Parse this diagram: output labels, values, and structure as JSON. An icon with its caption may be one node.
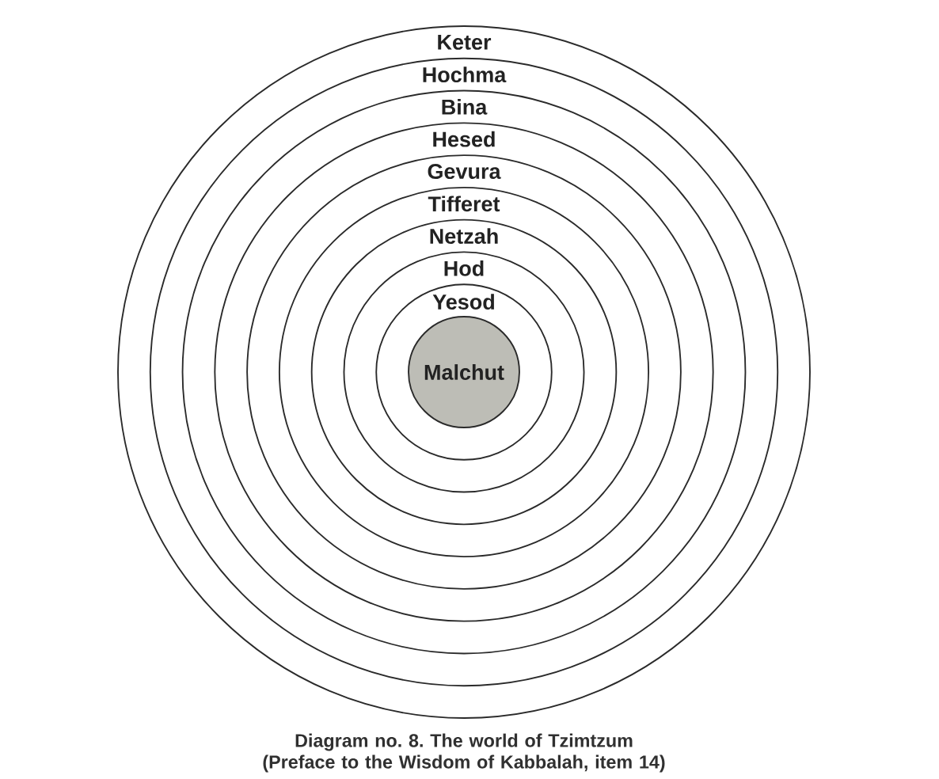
{
  "diagram": {
    "caption": "Diagram no. 8. The world of Tzimtzum (Preface to the Wisdom of Kabbalah, item 14)",
    "nodes": [
      {
        "text": [
          "Keter"
        ]
      },
      {
        "text": [
          "Hochma"
        ],
        "in": 0
      },
      {
        "text": [
          "Bina"
        ],
        "in": 1
      },
      {
        "text": [
          "Hesed"
        ],
        "in": 2
      },
      {
        "text": [
          "Gevura"
        ],
        "in": 3
      },
      {
        "text": [
          "Tifferet"
        ],
        "in": 4
      },
      {
        "text": [
          "Netzah"
        ],
        "in": 5
      },
      {
        "text": [
          "Hod"
        ],
        "in": 6
      },
      {
        "text": [
          "Yesod"
        ],
        "in": 7
      },
      {
        "text": [
          "Malchut"
        ],
        "in": 8
      }
    ]
  }
}
